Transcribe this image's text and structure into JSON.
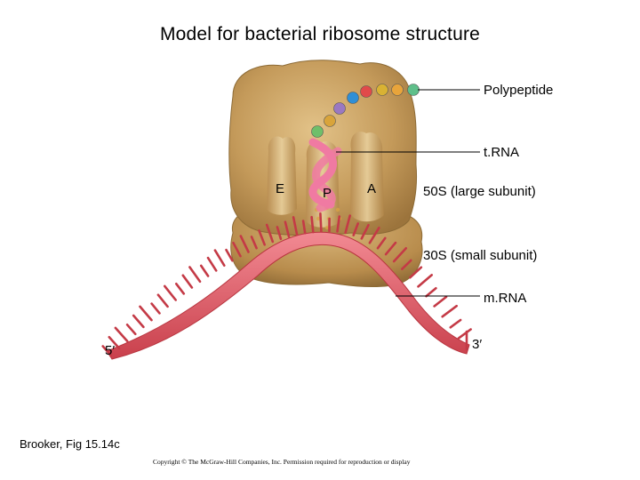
{
  "title": "Model for bacterial ribosome structure",
  "labels": {
    "polypeptide": "Polypeptide",
    "trna": "t.RNA",
    "large_subunit": "50S (large subunit)",
    "small_subunit": "30S (small subunit)",
    "mrna": "m.RNA"
  },
  "sites": {
    "e": "E",
    "p": "P",
    "a": "A"
  },
  "ends": {
    "five_prime": "5′",
    "three_prime": "3′"
  },
  "credit": "Brooker, Fig 15.14c",
  "copyright": "Copyright © The McGraw-Hill Companies, Inc. Permission required for reproduction or display",
  "colors": {
    "ribosome": "#c8a062",
    "ribosome_dark": "#8c6a35",
    "mrna": "#e4525f",
    "trna": "#f07aa2",
    "beads": [
      "#6fbf6a",
      "#d9a43a",
      "#9a78c2",
      "#2f8fd6",
      "#e14a4a",
      "#d9b233",
      "#e8a43b",
      "#5fbf8a"
    ]
  }
}
